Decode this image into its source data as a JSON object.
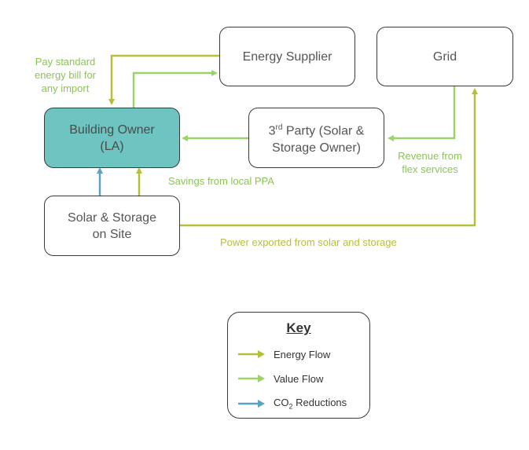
{
  "nodes": {
    "energy_supplier": {
      "lines": [
        "Energy Supplier"
      ]
    },
    "grid": {
      "lines": [
        "Grid"
      ]
    },
    "building_owner": {
      "lines": [
        "Building Owner",
        "(LA)"
      ]
    },
    "third_party": {
      "prefix": "3",
      "superscript": "rd",
      "line1_rest": " Party (Solar &",
      "line2": "Storage Owner)"
    },
    "solar_storage": {
      "lines": [
        "Solar & Storage",
        "on Site"
      ]
    }
  },
  "flow_labels": {
    "pay_bill": [
      "Pay standard",
      "energy bill for",
      "any import"
    ],
    "revenue": [
      "Revenue from",
      "flex services"
    ],
    "savings": "Savings from local PPA",
    "power_exported": "Power exported from solar and storage"
  },
  "key": {
    "title": "Key",
    "items": [
      {
        "label": "Energy Flow",
        "color": "#b7bf3a"
      },
      {
        "label": "Value Flow",
        "color": "#99d36a"
      },
      {
        "label_prefix": "CO",
        "label_sub": "2",
        "label_suffix": " Reductions",
        "color": "#5ba3c2"
      }
    ]
  },
  "colors": {
    "energy_flow": "#b7bf3a",
    "value_flow": "#99d36a",
    "co2_reduction": "#5ba3c2",
    "highlight_node": "#6dc4c0",
    "node_border": "#3a3a3a"
  }
}
